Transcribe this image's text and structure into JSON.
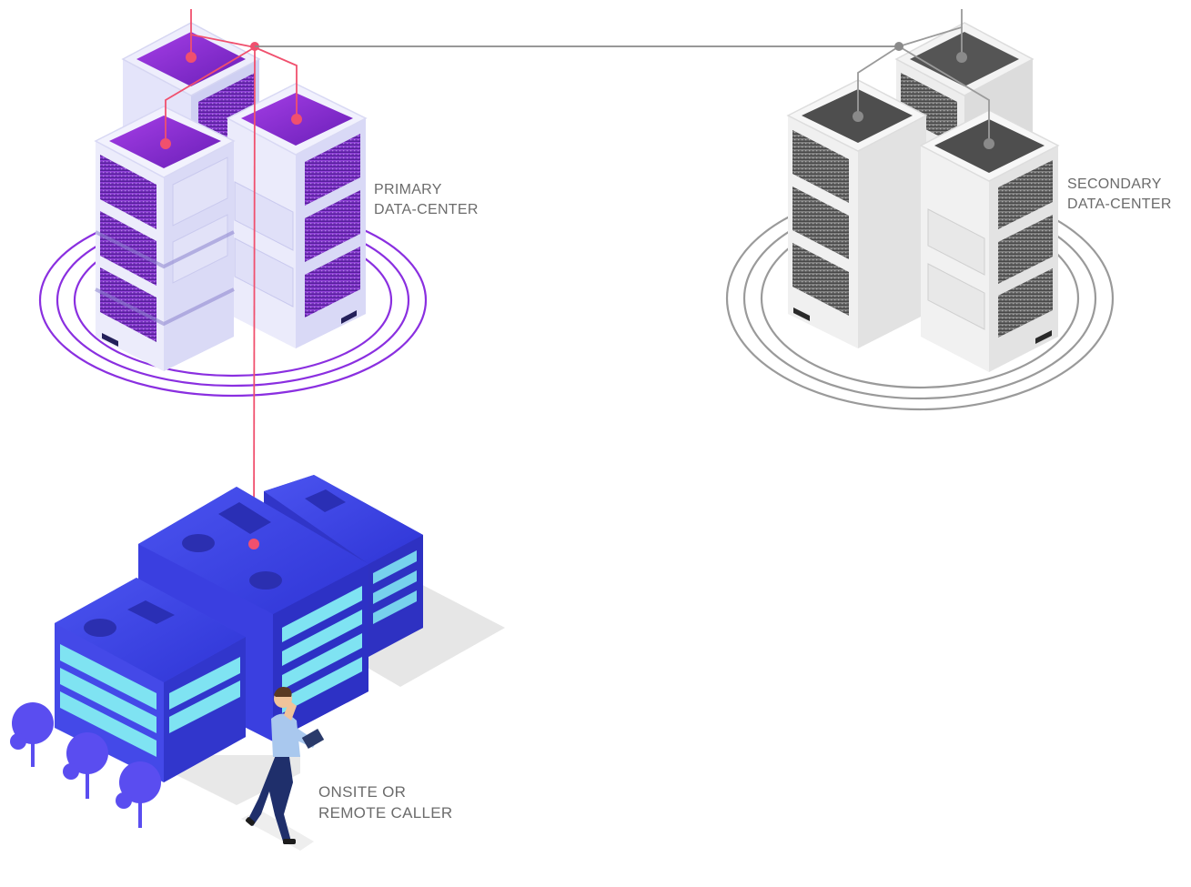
{
  "labels": {
    "primary": {
      "line1": "PRIMARY",
      "line2": "DATA-CENTER"
    },
    "secondary": {
      "line1": "SECONDARY",
      "line2": "DATA-CENTER"
    },
    "caller": {
      "line1": "ONSITE OR",
      "line2": "REMOTE CALLER"
    }
  },
  "colors": {
    "primary_accent": "#7a2fd0",
    "primary_link": "#f0506e",
    "secondary_accent": "#9a9a9a",
    "office_blue": "#3b3fe0",
    "office_window": "#7fe3f2",
    "tree": "#5a4df0"
  }
}
